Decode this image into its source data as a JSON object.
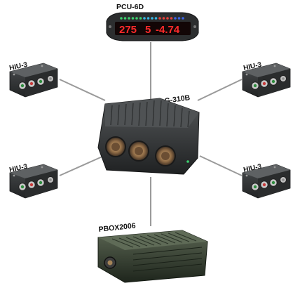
{
  "devices": {
    "pcu": {
      "label": "PCU-6D",
      "display_left": "275",
      "display_mid": "5",
      "display_right": "-4.74"
    },
    "tag": {
      "label": "TAG-310B"
    },
    "hiu_top_left": {
      "label": "HIU-3"
    },
    "hiu_top_right": {
      "label": "HIU-3"
    },
    "hiu_bottom_left": {
      "label": "HIU-3"
    },
    "hiu_bottom_right": {
      "label": "HIU-3"
    },
    "pbox": {
      "label": "PBOX2006"
    }
  },
  "colors": {
    "connector_line": "#9a9a9a",
    "device_body": "#2f3230",
    "led_green": "#3bd16f",
    "led_cyan": "#37b7e6",
    "led_red": "#e8403a",
    "led_blue": "#3a64e8",
    "digit_red": "#ff2a2a",
    "pbox_body": "#2e3a2c"
  }
}
